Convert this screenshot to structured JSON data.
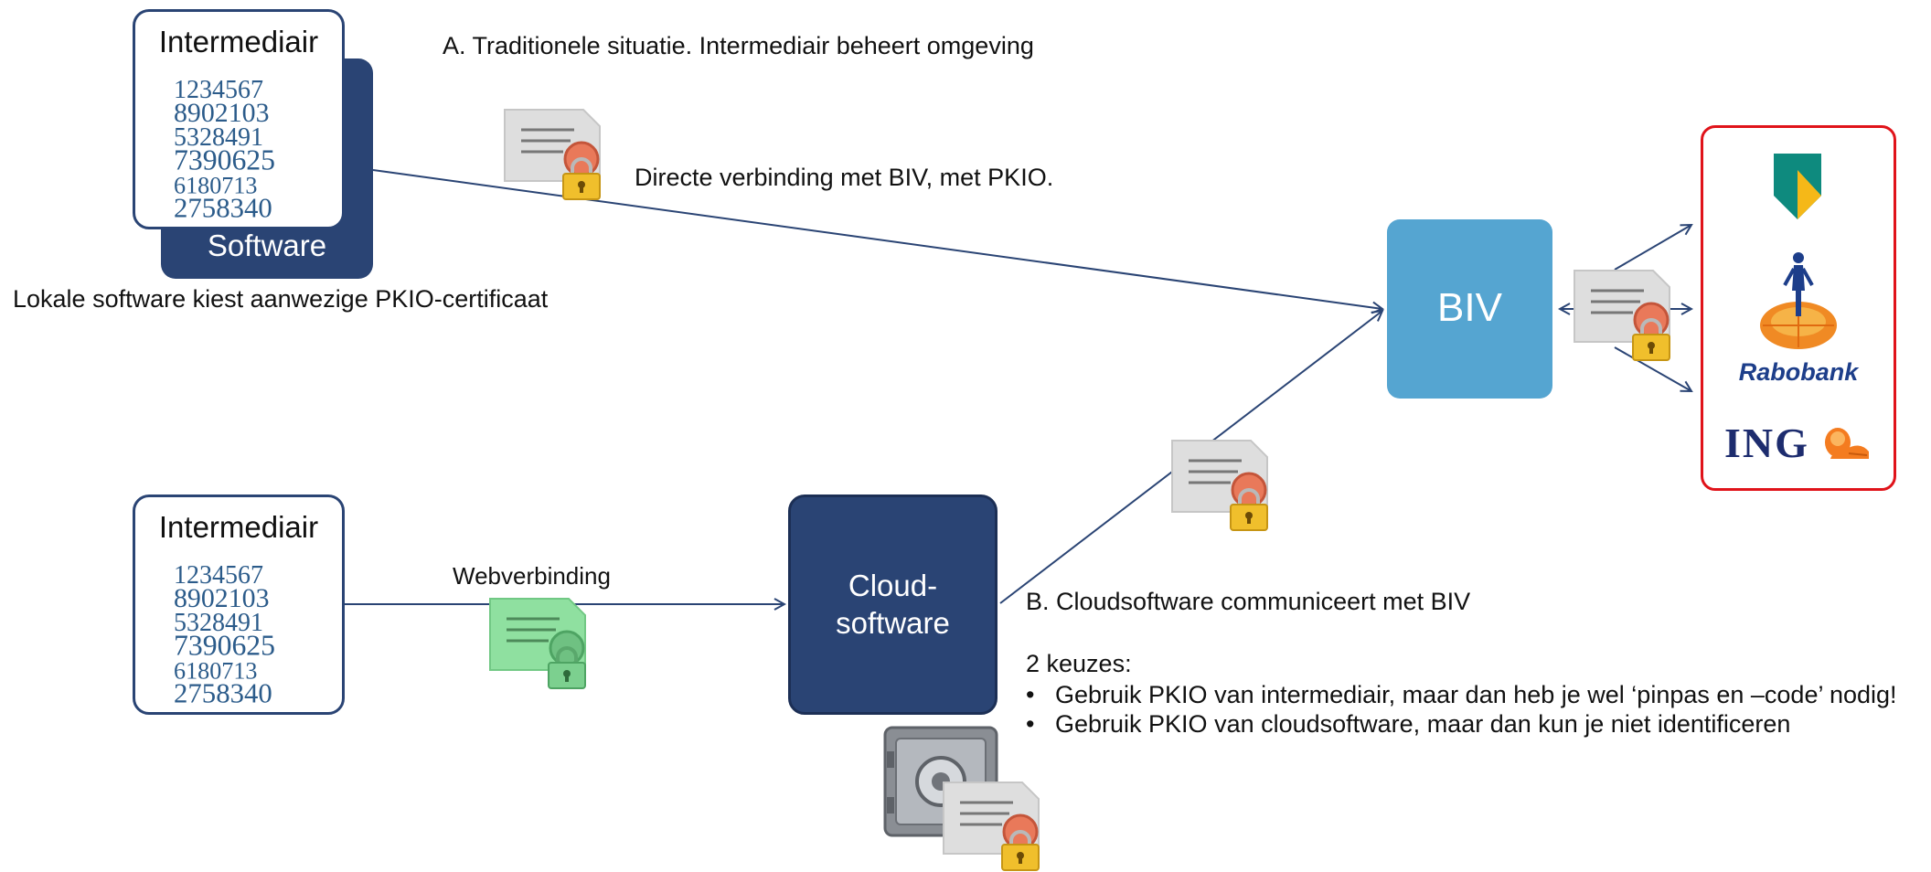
{
  "scenario_a": {
    "title": "A. Traditionele situatie. Intermediair beheert omgeving",
    "connection_note": "Directe verbinding met BIV, met PKIO.",
    "caption": "Lokale software kiest aanwezige PKIO-certificaat"
  },
  "intermediair_top": {
    "title": "Intermediair",
    "software_label": "Software"
  },
  "intermediair_bottom": {
    "title": "Intermediair"
  },
  "number_rows": [
    "1234567",
    "8902103",
    "5328491",
    "7390625",
    "6180713",
    "2758340"
  ],
  "biv": {
    "label": "BIV"
  },
  "cloud": {
    "label_line1": "Cloud-",
    "label_line2": "software"
  },
  "web_connection": {
    "label": "Webverbinding"
  },
  "scenario_b": {
    "title": "B. Cloudsoftware communiceert met BIV",
    "choices_heading": "2 keuzes:",
    "bullets": [
      "Gebruik PKIO van intermediair, maar dan heb je wel ‘pinpas en –code’ nodig!",
      "Gebruik PKIO van cloudsoftware, maar dan kun je niet identificeren"
    ],
    "bullet_symbol": "•"
  },
  "banks": {
    "rabobank": "Rabobank",
    "ing": "ING"
  },
  "icons": {
    "certificate": "certificate-lock-icon",
    "web_certificate": "green-certificate-lock-icon",
    "safe": "safe-icon",
    "abn_amro": "abn-amro-shield-logo",
    "rabobank": "rabobank-logo",
    "ing": "ing-lion-logo"
  },
  "colors": {
    "navy": "#2a4474",
    "biv_blue": "#55a5d1",
    "bank_border": "#e0131a",
    "cert_green": "#8fe0a0"
  }
}
